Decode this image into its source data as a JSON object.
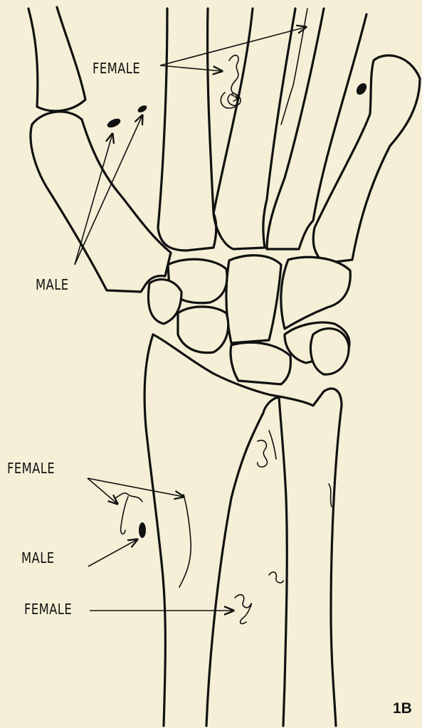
{
  "labels": {
    "female_top": "FEMALE",
    "male_top": "MALE",
    "female_mid": "FEMALE",
    "male_lower": "MALE",
    "female_bottom": "FEMALE"
  },
  "figure_id": "1B",
  "colors": {
    "paper": "#f4efd6",
    "ink": "#111111"
  }
}
